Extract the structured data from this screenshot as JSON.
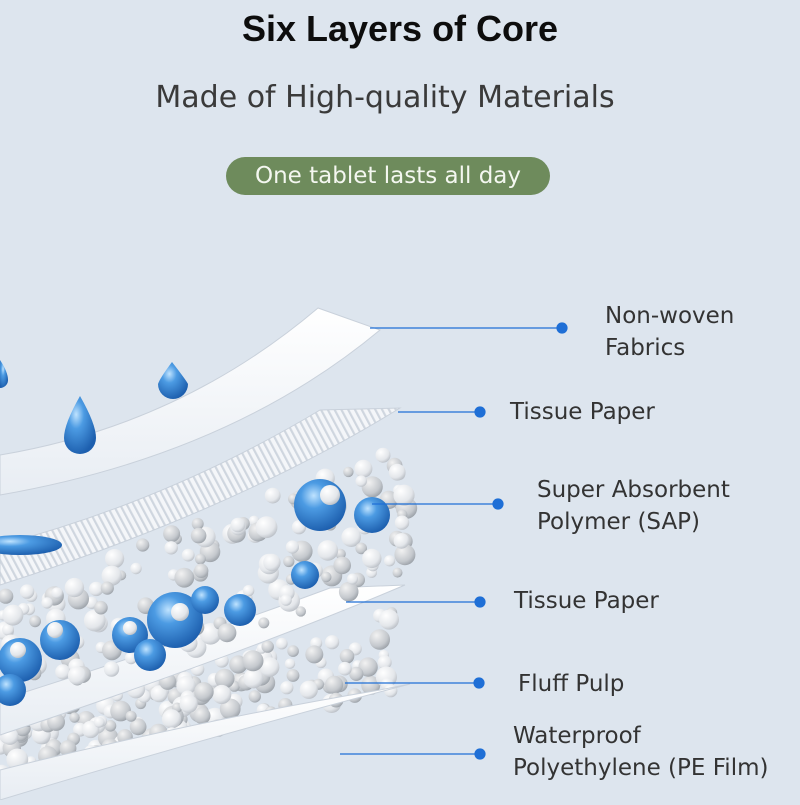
{
  "header": {
    "title": "Six Layers of Core",
    "subtitle": "Made of High-quality Materials",
    "badge": "One tablet lasts all day"
  },
  "colors": {
    "background": "#dde5ee",
    "badge_bg": "#6e8b5c",
    "leader_line": "#1f6fd6",
    "sap_blue": "#2f7fcf"
  },
  "layers": [
    {
      "lines": [
        "Non-woven",
        "Fabrics"
      ]
    },
    {
      "lines": [
        "Tissue Paper"
      ]
    },
    {
      "lines": [
        "Super Absorbent",
        "Polymer (SAP)"
      ]
    },
    {
      "lines": [
        "Tissue Paper"
      ]
    },
    {
      "lines": [
        "Fluff Pulp"
      ]
    },
    {
      "lines": [
        "Waterproof",
        "Polyethylene (PE Film)"
      ]
    }
  ]
}
